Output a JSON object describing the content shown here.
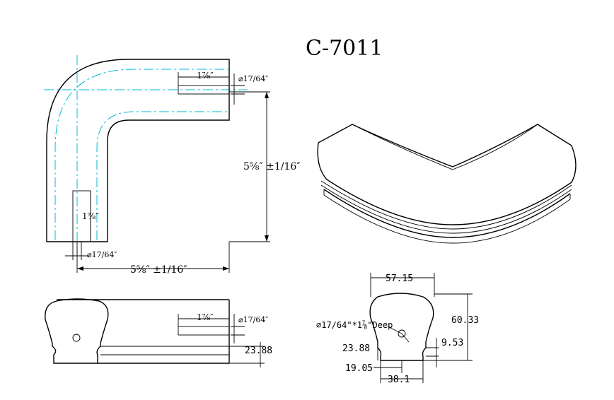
{
  "title": "C-7011",
  "plan_view": {
    "bore_depth": "1⅞″",
    "bore_dia": "⌀17/64″",
    "bore_depth_lower": "1⅞″",
    "bore_dia_lower": "⌀17/64″",
    "height": "5⅝″ ±1/16″",
    "width": "5⅝″ ±1/16″"
  },
  "side_view": {
    "bore_depth": "1⅞″",
    "bore_dia": "⌀17/64″",
    "height": "23.88"
  },
  "profile_view": {
    "top_width": "57.15",
    "total_height": "60.33",
    "hole_note": "⌀17/64\"*1⅞\"Deep",
    "rail_height": "23.88",
    "groove_height": "9.53",
    "groove_depth": "19.05",
    "base_width": "38.1"
  }
}
